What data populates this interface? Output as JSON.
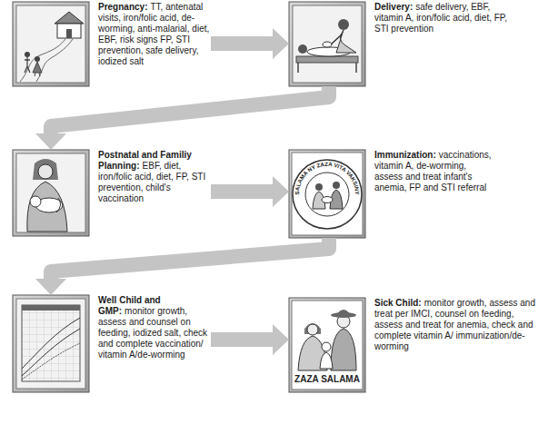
{
  "diagram": {
    "nodes": [
      {
        "text": [
          "Pregnancy:",
          "TT, antenatal visits, iron/folic acid, de-worming, anti-malarial, diet, EBF, risk signs FP, STI prevention, safe delivery, iodized salt"
        ]
      },
      {
        "text": [
          "Delivery:",
          "safe delivery, EBF, vitamin A, iron/folic acid, diet, FP, STI prevention"
        ]
      },
      {
        "text": [
          "Postnatal and Familiy Planning:",
          "EBF, diet, iron/folic acid, diet, FP, STI prevention, child's vaccination"
        ]
      },
      {
        "text": [
          "Immunization:",
          "vaccinations, vitamin A, de-worming, assess and treat infant's anemia, FP and STI referral"
        ]
      },
      {
        "text": [
          "Well Child and GMP:",
          "monitor growth, assess and counsel on feeding, iodized salt, check and complete vaccination/ vitamin A/de-worming"
        ]
      },
      {
        "text": [
          "Sick Child:",
          "monitor growth, assess and treat per IMCI, counsel on feeding, assess and treat for anemia, check and complete vitamin A/ immunization/de-worming"
        ]
      }
    ],
    "edges": [
      {
        "from": 0,
        "to": 1,
        "arrow": "to"
      },
      {
        "from": 1,
        "to": 2,
        "arrow": "to"
      },
      {
        "from": 2,
        "to": 3,
        "arrow": "to"
      },
      {
        "from": 3,
        "to": 4,
        "arrow": "to"
      },
      {
        "from": 4,
        "to": 5,
        "arrow": "to"
      }
    ],
    "labels": [
      "SALAMA NY ZAZA VITA VAKSINY",
      "ZAZA SALAMA"
    ]
  }
}
